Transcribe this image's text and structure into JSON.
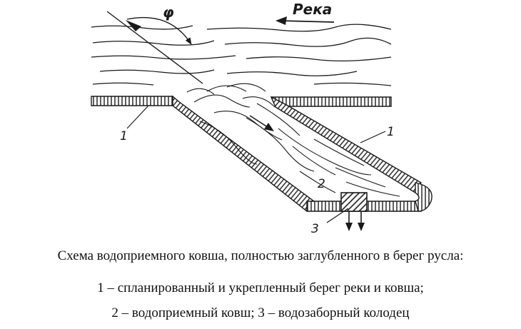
{
  "diagram": {
    "angle_label": "φ",
    "river_label": "Река",
    "callouts": {
      "bank_left": "1",
      "bank_right": "1",
      "bucket": "2",
      "well": "3"
    }
  },
  "caption": {
    "line1": "Схема водоприемного  ковша, полностью заглубленного в берег русла:",
    "line2": "1 – спланированный и укрепленный берег  реки  и ковша;",
    "line3": "2 – водоприемный ковш; 3 – водозаборный  колодец"
  }
}
